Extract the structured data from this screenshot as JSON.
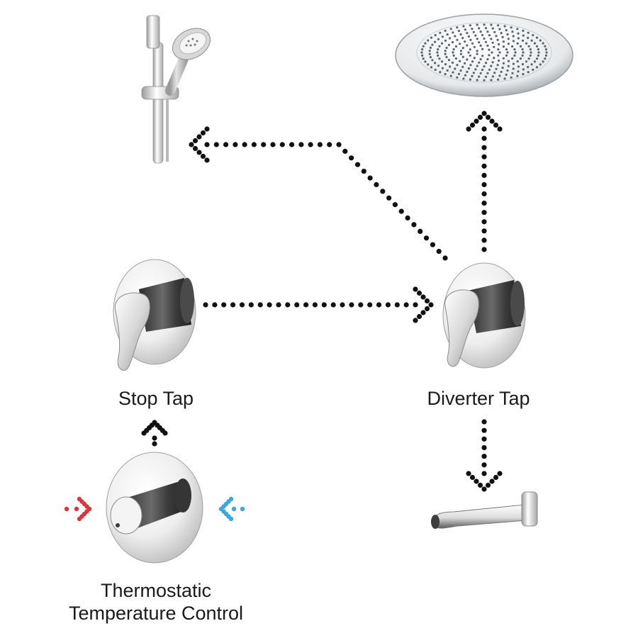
{
  "labels": {
    "stop_tap": "Stop Tap",
    "diverter_tap": "Diverter Tap",
    "thermostatic_line1": "Thermostatic",
    "thermostatic_line2": "Temperature Control"
  },
  "colors": {
    "hot_inlet": "#d8363c",
    "cold_inlet": "#3aa8d8",
    "flow_arrow": "#111111",
    "chrome_light": "#f2f2f2",
    "chrome_dark": "#3a3a3a"
  }
}
